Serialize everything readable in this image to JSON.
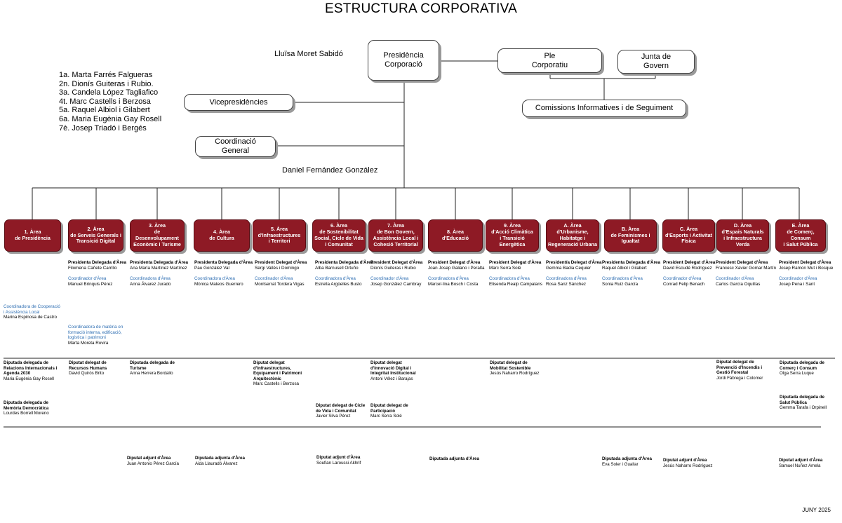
{
  "title": "ESTRUCTURA CORPORATIVA",
  "president_name": "Lluïsa Moret Sabidó",
  "presidencia_box": "Presidència\nCorporació",
  "ple_box": "Ple\nCorporatiu",
  "junta_box": "Junta de\nGovern",
  "comissions_box": "Comissions Informatives i de Seguiment",
  "vicepresidencies_box": "Vicepresidències",
  "coordinacio_box": "Coordinació\nGeneral",
  "coordinador_name": "Daniel Fernández González",
  "vicepresidents": [
    "1a. Marta Farrés Falgueras",
    "2n. Dionís Guiteras i Rubio.",
    "3a. Candela López Tagliafico",
    "4t.  Marc Castells i Berzosa",
    "5a. Raquel Albiol i Gilabert",
    "6a. Maria Eugènia Gay Rosell",
    "7è. Josep Triadó i Bergés"
  ],
  "areas": [
    {
      "title": "1. Àrea\nde Presidència",
      "pres_label": "",
      "pres_name": "",
      "coord_label": "",
      "coord_name": ""
    },
    {
      "title": "2. Àrea\nde Serveis Generals i\nTransició Digital",
      "pres_label": "Presidenta Delegada d'Àrea",
      "pres_name": "Filomena Cañete Carrillo",
      "coord_label": "Coordinador d'Àrea",
      "coord_name": "Manuel Brinquis Pérez"
    },
    {
      "title": "3. Àrea\nde Desenvolupament\nEconòmic i Turisme",
      "pres_label": "Presidenta Delegada d'Àrea",
      "pres_name": "Ana María Martínez Martínez",
      "coord_label": "Coordinadora d'Àrea",
      "coord_name": "Anna Álvarez Jurado"
    },
    {
      "title": "4. Àrea\nde Cultura",
      "pres_label": "Presidenta Delegada d'Àrea",
      "pres_name": "Pau González Val",
      "coord_label": "Coordinadora d'Àrea",
      "coord_name": "Mònica Mateos Guerrero"
    },
    {
      "title": "5. Àrea\nd'Infraestructures\ni Territori",
      "pres_label": "President Delegat d'Àrea",
      "pres_name": "Sergi Vallès i Domingo",
      "coord_label": "Coordinador d'Àrea",
      "coord_name": "Montserrat Tordera Vigas"
    },
    {
      "title": "6. Àrea\nde Sostenibilitat\nSocial, Cicle de Vida\ni Comunitat",
      "pres_label": "Presidenta Delegada d'Àrea",
      "pres_name": "Alba Barnusell Ortuño",
      "coord_label": "Coordinadora d'Àrea",
      "coord_name": "Estrella Argüelles Busto"
    },
    {
      "title": "7. Àrea\nde Bon Govern,\nAssistència Local i\nCohesió Territorial",
      "pres_label": "President Delegat d'Àrea",
      "pres_name": "Dionís Guiteras i Rubio",
      "coord_label": "Coordinador d'Àrea",
      "coord_name": "Josep González Cambray"
    },
    {
      "title": "8. Àrea\nd'Educació",
      "pres_label": "President Delegat d'Àrea",
      "pres_name": "Joan Josep Galiano i Peralta",
      "coord_label": "Coordinadora d'Àrea",
      "coord_name": "Marcel·lina Bosch i Costa"
    },
    {
      "title": "9. Àrea\nd'Acció Climàtica\ni Transició\nEnergètica",
      "pres_label": "President Delegat d'Àrea",
      "pres_name": "Marc Serra Solé",
      "coord_label": "Coordinadora d'Àrea",
      "coord_name": "Elisenda Realp Campalans"
    },
    {
      "title": "A. Àrea\nd'Urbanisme,\nHabitatge i\nRegeneració Urbana",
      "pres_label": "President/a Delegat d'Àrea",
      "pres_name": "Gemma Badia Cequier",
      "coord_label": "Coordinadora d'Àrea",
      "coord_name": "Rosa Sanz Sánchez"
    },
    {
      "title": "B. Àrea\nde Feminismes i\nIgualtat",
      "pres_label": "Presidenta Delegada d'Àrea",
      "pres_name": "Raquel Albiol i Gilabert",
      "coord_label": "Coordinadora d'Àrea",
      "coord_name": "Sonia Ruiz García"
    },
    {
      "title": "C. Àrea\nd'Esports i Activitat\nFísica",
      "pres_label": "President Delegat d'Àrea",
      "pres_name": "David Escudé Rodríguez",
      "coord_label": "Coordinador d'Àrea",
      "coord_name": "Conrad Felip Benach"
    },
    {
      "title": "D. Àrea\nd'Espais Naturals\ni Infraestructura\nVerda",
      "pres_label": "President Delegat d'Àrea",
      "pres_name": "Francesc Xavier Gomar Martín",
      "coord_label": "Coordinador d'Àrea",
      "coord_name": "Carlos García Oquillas"
    },
    {
      "title": "E. Àrea\nde Comerç, Consum\ni Salut Pública",
      "pres_label": "President Delegat d'Àrea",
      "pres_name": "Josep Ramon Mut i Bosque",
      "coord_label": "Coordinador d'Àrea",
      "coord_name": "Josep Pena i Sant"
    }
  ],
  "extra_coordinators": [
    {
      "label": "Coordinadora de Cooperació\ni Assistència Local",
      "name": "Marina Espinosa de Castro"
    },
    {
      "label": "Coordinadora de matèria en\nformació interna, edificació,\nlogística i patrimoni",
      "name": "Marta Moreta Rovira"
    }
  ],
  "diputats_delegats": [
    {
      "label": "Diputada delegada de\nRelacions Internacionals i\nAgenda 2030",
      "name": "Maria Eugènia Gay Rosell"
    },
    {
      "label": "Diputat delegat de\nRecursos Humans",
      "name": "David Quirós Brito"
    },
    {
      "label": "Diputada delegada de\nTurisme",
      "name": "Anna Herrera Bordallo"
    },
    {
      "label": "Diputat delegat\nd'Infraestructures,\nEquipament i Patrimoni\nArquitectònic",
      "name": "Marc Castells i Berzosa"
    },
    {
      "label": "Diputat delegat\nd'Innovació Digital i\nIntegritat Institucional",
      "name": "Antoni Vélez i Barajas"
    },
    {
      "label": "Diputat delegat de\nMobilitat Sostenible",
      "name": "Jesús Naharro Rodríguez"
    },
    {
      "label": "Diputat delegat de\nPrevenció d'Incendis i\nGestió Forestal",
      "name": "Jordi Fàbrega i Colomer"
    },
    {
      "label": "Diputada delegada de\nComerç i Consum",
      "name": "Olga Serra Luque"
    },
    {
      "label": "Diputada delegada de\nMemòria Democràtica",
      "name": "Lourdes Borrell Moreno"
    },
    {
      "label": "Diputat delegat de Cicle\nde Vida i Comunitat",
      "name": "Javier Silva Pérez"
    },
    {
      "label": "Diputat delegat de\nParticipació",
      "name": "Marc Serra Solé"
    },
    {
      "label": "Diputada delegada de\nSalut Pública",
      "name": "Gemma Tarafa i Orpinell"
    }
  ],
  "diputats_adjunts": [
    {
      "label": "Diputat adjunt d'Àrea",
      "name": "Juan Antonio Pérez García"
    },
    {
      "label": "Diputada adjunta d'Àrea",
      "name": "Aida Llauradó Álvarez"
    },
    {
      "label": "Diputat adjunt d'Àrea",
      "name": "Soufian Laroussi Akhrif"
    },
    {
      "label": "Diputada adjunta d'Àrea",
      "name": ""
    },
    {
      "label": "Diputada adjunta d'Àrea",
      "name": "Eva Soler i Guallar"
    },
    {
      "label": "Diputat adjunt d'Àrea",
      "name": "Jesús Naharro Rodríguez"
    },
    {
      "label": "Diputat adjunt d'Àrea",
      "name": "Samuel Nuñez Amela"
    }
  ],
  "footer": "JUNY 2025",
  "colors": {
    "area_fill": "#8e1a25",
    "coord_text": "#2f6fb3"
  }
}
